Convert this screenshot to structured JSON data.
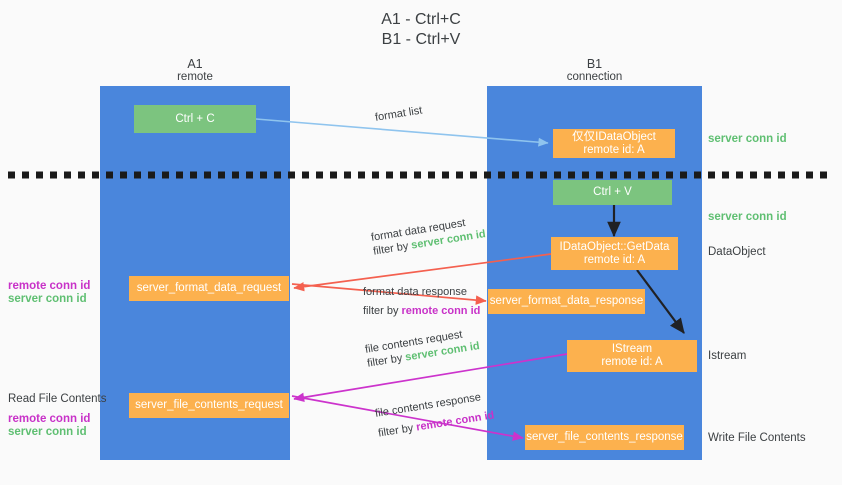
{
  "title": {
    "line1": "A1 - Ctrl+C",
    "line2": "B1 - Ctrl+V"
  },
  "lanes": [
    {
      "name": "A1",
      "sub": "remote"
    },
    {
      "name": "B1",
      "sub": "connection"
    }
  ],
  "nodes": {
    "ctrl_c": "Ctrl + C",
    "ctrl_v": "Ctrl + V",
    "idataobject_l1": "仅仅IDataObject",
    "idataobject_l2": "remote id: A",
    "getdata_l1": "IDataObject::GetData",
    "getdata_l2": "remote id: A",
    "istream_l1": "IStream",
    "istream_l2": "remote id: A",
    "server_format_data_request": "server_format_data_request",
    "server_format_data_response": "server_format_data_response",
    "server_file_contents_request": "server_file_contents_request",
    "server_file_contents_response": "server_file_contents_response"
  },
  "right_labels": {
    "server_conn_id_top": "server conn id",
    "server_conn_id_mid": "server conn id",
    "dataobject": "DataObject",
    "istream": "Istream",
    "write_file_contents": "Write File Contents"
  },
  "left_labels": {
    "remote_conn_id_1": "remote conn id",
    "server_conn_id_1": "server conn id",
    "read_file_contents": "Read File Contents",
    "remote_conn_id_2": "remote conn id",
    "server_conn_id_2": "server conn id"
  },
  "edges": {
    "format_list": "format list",
    "format_data_request": "format data request",
    "format_data_request_filter_prefix": "filter by ",
    "format_data_request_filter_key": "server conn id",
    "format_data_response": "format data response",
    "format_data_response_filter_prefix": "filter by ",
    "format_data_response_filter_key": "remote conn id",
    "file_contents_request": "file contents request",
    "file_contents_request_filter_prefix": "filter by ",
    "file_contents_request_filter_key": "server conn id",
    "file_contents_response": "file contents response",
    "file_contents_response_filter_prefix": "filter by ",
    "file_contents_response_filter_key": "remote conn id"
  },
  "colors": {
    "lane": "#4a86dc",
    "green_node": "#7cc47f",
    "orange_node": "#fcb14e",
    "green_text": "#5fbf72",
    "magenta_text": "#c832c8",
    "red_arrow": "#f4604f",
    "magenta_arrow": "#cc33cc",
    "blue_arrow": "#8fc4ee",
    "black_arrow": "#202124",
    "background": "#fafafa"
  }
}
